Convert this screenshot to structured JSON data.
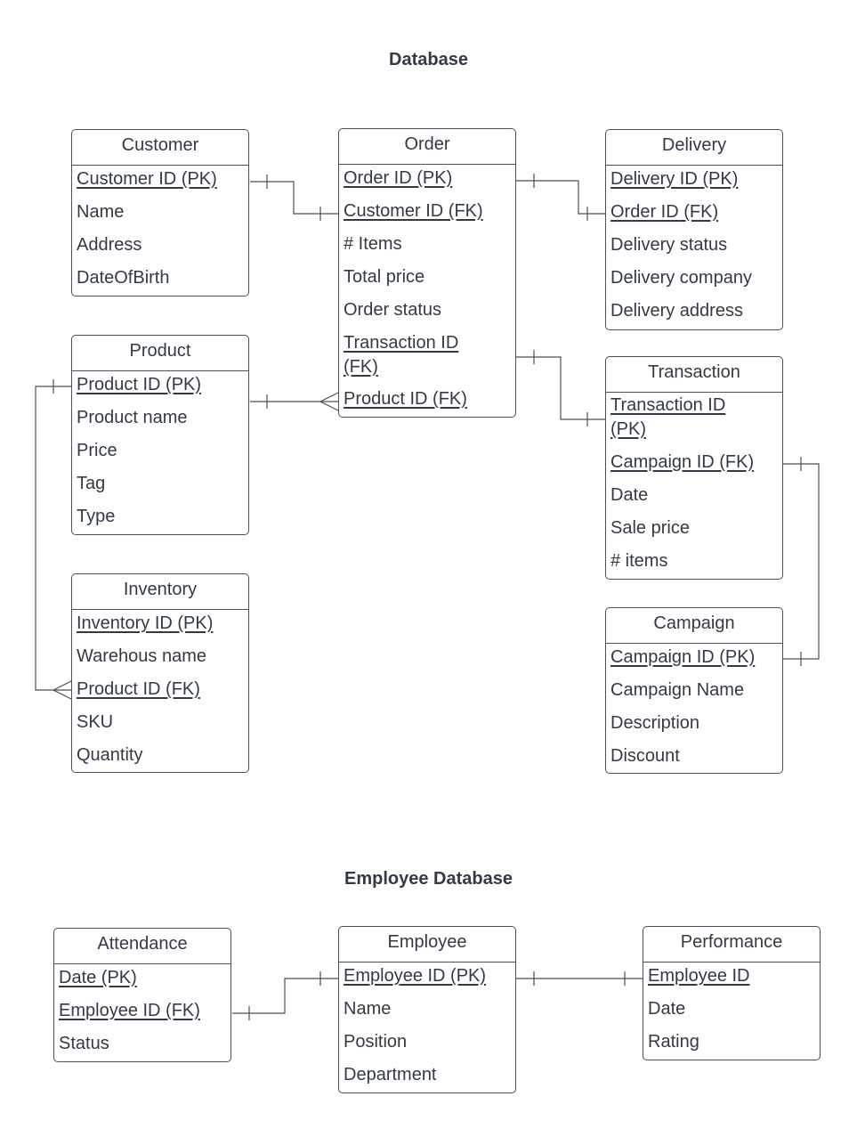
{
  "titles": {
    "database": "Database",
    "employee_database": "Employee Database"
  },
  "entities": {
    "customer": {
      "name": "Customer",
      "attributes": [
        "Customer ID (PK)",
        "Name",
        "Address",
        "DateOfBirth"
      ]
    },
    "order": {
      "name": "Order",
      "attributes": [
        "Order ID (PK)",
        "Customer ID (FK)",
        "# Items",
        "Total price",
        "Order status",
        "Transaction ID",
        "(FK)",
        "Product ID (FK)"
      ]
    },
    "delivery": {
      "name": "Delivery",
      "attributes": [
        "Delivery ID (PK)",
        "Order ID (FK)",
        "Delivery status",
        "Delivery company",
        "Delivery address"
      ]
    },
    "product": {
      "name": "Product",
      "attributes": [
        "Product ID (PK)",
        "Product name",
        "Price",
        "Tag",
        "Type"
      ]
    },
    "transaction": {
      "name": "Transaction",
      "attributes": [
        "Transaction ID",
        "(PK)",
        "Campaign ID (FK)",
        "Date",
        "Sale price",
        "# items"
      ]
    },
    "inventory": {
      "name": "Inventory",
      "attributes": [
        "Inventory ID (PK)",
        "Warehous name",
        "Product ID (FK)",
        "SKU",
        "Quantity"
      ]
    },
    "campaign": {
      "name": "Campaign",
      "attributes": [
        "Campaign ID (PK)",
        "Campaign Name",
        "Description",
        "Discount"
      ]
    },
    "attendance": {
      "name": "Attendance",
      "attributes": [
        "Date (PK)",
        "Employee ID (FK)",
        "Status"
      ]
    },
    "employee": {
      "name": "Employee",
      "attributes": [
        "Employee ID (PK)",
        "Name",
        "Position",
        "Department"
      ]
    },
    "performance": {
      "name": "Performance",
      "attributes": [
        "Employee ID",
        "Date",
        "Rating"
      ]
    }
  }
}
